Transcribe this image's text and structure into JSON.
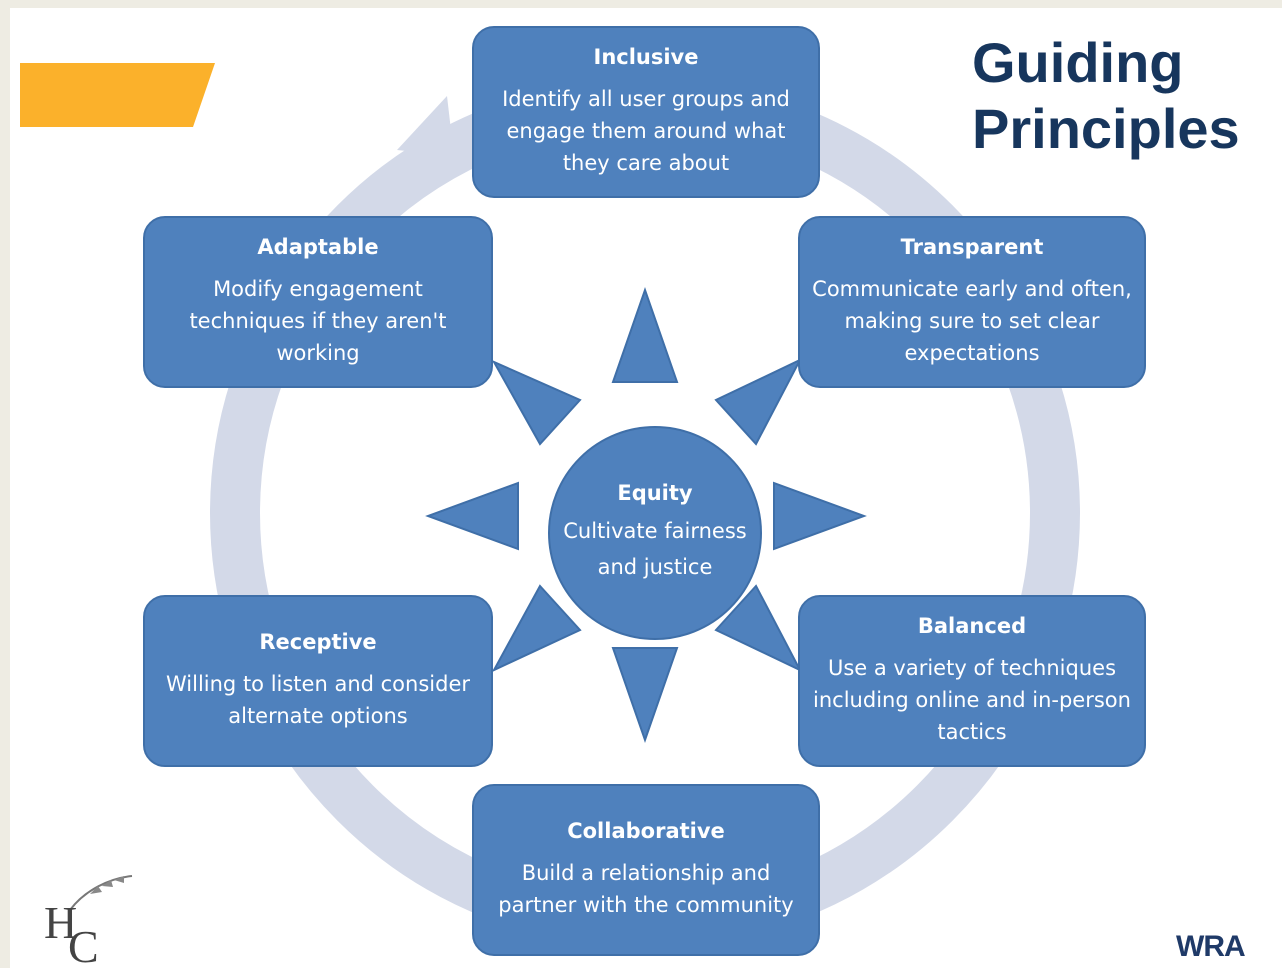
{
  "title": "Guiding\nPrinciples",
  "center": {
    "title": "Equity",
    "description": "Cultivate fairness and justice"
  },
  "principles": [
    {
      "title": "Inclusive",
      "description": "Identify all user groups and engage them around what they care about"
    },
    {
      "title": "Transparent",
      "description": "Communicate early and often, making sure to set clear expectations"
    },
    {
      "title": "Balanced",
      "description": "Use a variety of techniques including online and in-person tactics"
    },
    {
      "title": "Collaborative",
      "description": "Build a relationship and partner with the community"
    },
    {
      "title": "Receptive",
      "description": "Willing to listen and consider alternate options"
    },
    {
      "title": "Adaptable",
      "description": "Modify engagement techniques if they aren't working"
    }
  ],
  "logos": {
    "left": "HC",
    "right": "WRA"
  },
  "colors": {
    "box_fill": "#4f81bd",
    "cycle_ring": "#d3d9e8",
    "accent_banner": "#fbb12b",
    "title_text": "#17365d"
  }
}
